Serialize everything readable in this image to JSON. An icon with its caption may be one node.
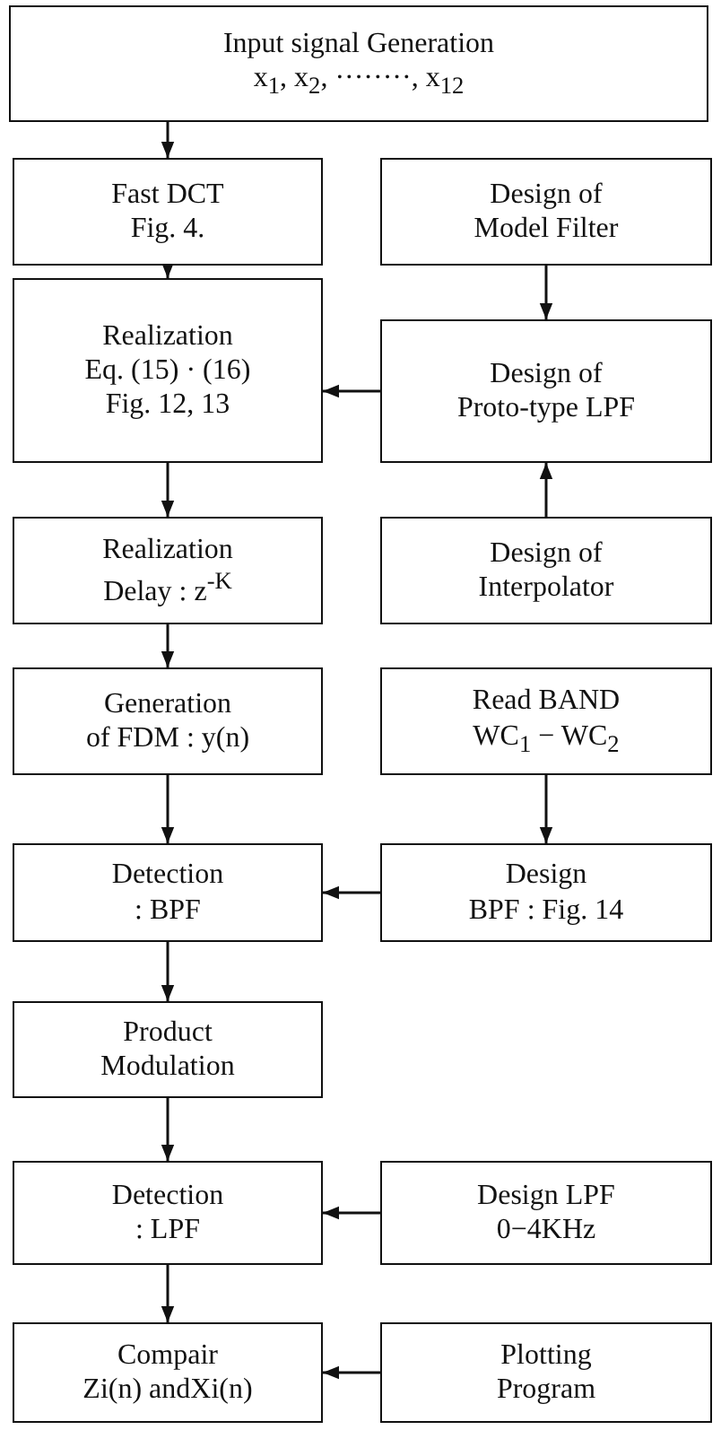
{
  "diagram": {
    "nodes": [
      {
        "text": [
          "Input signal Generation",
          "x$_{1}$, x$_{2}$, ········, x$_{12}$"
        ]
      },
      {
        "text": [
          "Fast DCT",
          "Fig. 4."
        ]
      },
      {
        "text": [
          "Design of",
          "Model Filter"
        ]
      },
      {
        "text": [
          "Realization",
          "Eq. (15) · (16)",
          "Fig. 12, 13"
        ]
      },
      {
        "text": [
          "Design of",
          "Proto-type LPF"
        ]
      },
      {
        "text": [
          "Realization",
          "Delay : z$^{-K}$"
        ]
      },
      {
        "text": [
          "Design of",
          "Interpolator"
        ]
      },
      {
        "text": [
          "Generation",
          "of FDM : y(n)"
        ]
      },
      {
        "text": [
          "Read BAND",
          "WC$_{1}$ − WC$_{2}$"
        ]
      },
      {
        "text": [
          "Detection",
          ": BPF"
        ]
      },
      {
        "text": [
          "Design",
          "BPF : Fig. 14"
        ]
      },
      {
        "text": [
          "Product",
          "Modulation"
        ]
      },
      {
        "text": [
          "Detection",
          ": LPF"
        ]
      },
      {
        "text": [
          "Design LPF",
          "0−4KHz"
        ]
      },
      {
        "text": [
          "Compair",
          "Zi(n) andXi(n)"
        ]
      },
      {
        "text": [
          "Plotting",
          "Program"
        ]
      }
    ],
    "edges": [
      {
        "from": 0,
        "to": 1,
        "arrow": "to"
      },
      {
        "from": 1,
        "to": 3,
        "arrow": "to"
      },
      {
        "from": 2,
        "to": 4,
        "arrow": "to"
      },
      {
        "from": 4,
        "to": 3,
        "arrow": "to"
      },
      {
        "from": 6,
        "to": 4,
        "arrow": "to"
      },
      {
        "from": 3,
        "to": 5,
        "arrow": "to"
      },
      {
        "from": 5,
        "to": 7,
        "arrow": "to"
      },
      {
        "from": 8,
        "to": 10,
        "arrow": "to"
      },
      {
        "from": 7,
        "to": 9,
        "arrow": "to"
      },
      {
        "from": 10,
        "to": 9,
        "arrow": "to"
      },
      {
        "from": 9,
        "to": 11,
        "arrow": "to"
      },
      {
        "from": 11,
        "to": 12,
        "arrow": "to"
      },
      {
        "from": 13,
        "to": 12,
        "arrow": "to"
      },
      {
        "from": 12,
        "to": 14,
        "arrow": "to"
      },
      {
        "from": 15,
        "to": 14,
        "arrow": "to"
      }
    ]
  }
}
